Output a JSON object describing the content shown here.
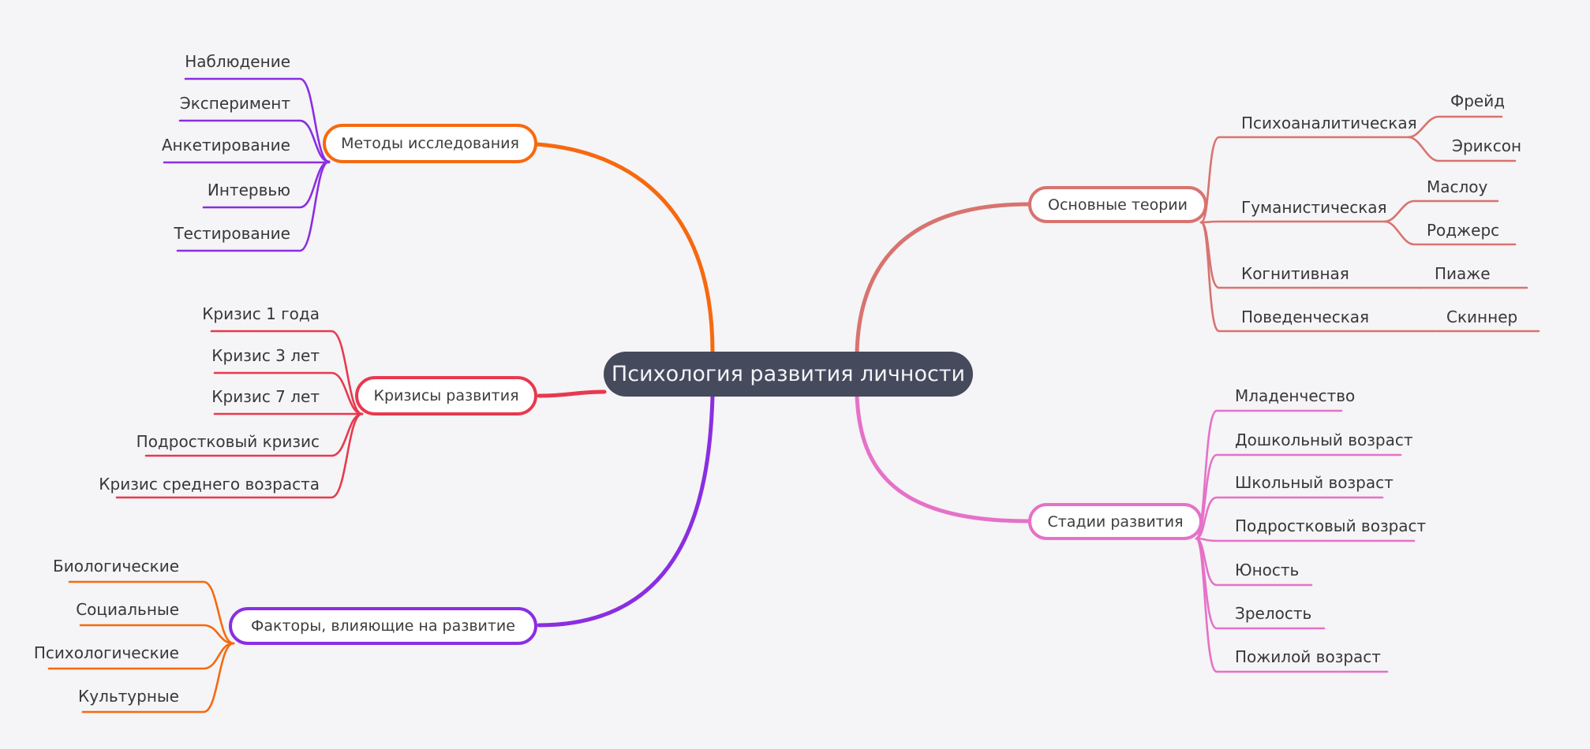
{
  "title": "Психология развития личности",
  "diagram_type": "mindmap",
  "colors": {
    "background": "#f5f4f6",
    "center_bg": "#454a5c",
    "center_text": "#f3f4f8",
    "label_text": "#383838",
    "orange": "#f6690f",
    "purple": "#8a2ee2",
    "red": "#e8394f",
    "salmon": "#d8736f",
    "pink": "#e571c8"
  },
  "branches": [
    {
      "label": "Методы исследования",
      "children": [
        {
          "label": "Наблюдение"
        },
        {
          "label": "Эксперимент"
        },
        {
          "label": "Анкетирование"
        },
        {
          "label": "Интервью"
        },
        {
          "label": "Тестирование"
        }
      ]
    },
    {
      "label": "Кризисы развития",
      "children": [
        {
          "label": "Кризис 1 года"
        },
        {
          "label": "Кризис 3 лет"
        },
        {
          "label": "Кризис 7 лет"
        },
        {
          "label": "Подростковый кризис"
        },
        {
          "label": "Кризис среднего возраста"
        }
      ]
    },
    {
      "label": "Факторы, влияющие на развитие",
      "children": [
        {
          "label": "Биологические"
        },
        {
          "label": "Социальные"
        },
        {
          "label": "Психологические"
        },
        {
          "label": "Культурные"
        }
      ]
    },
    {
      "label": "Основные теории",
      "children": [
        {
          "label": "Психоаналитическая",
          "children": [
            {
              "label": "Фрейд"
            },
            {
              "label": "Эриксон"
            }
          ]
        },
        {
          "label": "Гуманистическая",
          "children": [
            {
              "label": "Маслоу"
            },
            {
              "label": "Роджерс"
            }
          ]
        },
        {
          "label": "Когнитивная",
          "children": [
            {
              "label": "Пиаже"
            }
          ]
        },
        {
          "label": "Поведенческая",
          "children": [
            {
              "label": "Скиннер"
            }
          ]
        }
      ]
    },
    {
      "label": "Стадии развития",
      "children": [
        {
          "label": "Младенчество"
        },
        {
          "label": "Дошкольный возраст"
        },
        {
          "label": "Школьный возраст"
        },
        {
          "label": "Подростковый возраст"
        },
        {
          "label": "Юность"
        },
        {
          "label": "Зрелость"
        },
        {
          "label": "Пожилой возраст"
        }
      ]
    }
  ]
}
